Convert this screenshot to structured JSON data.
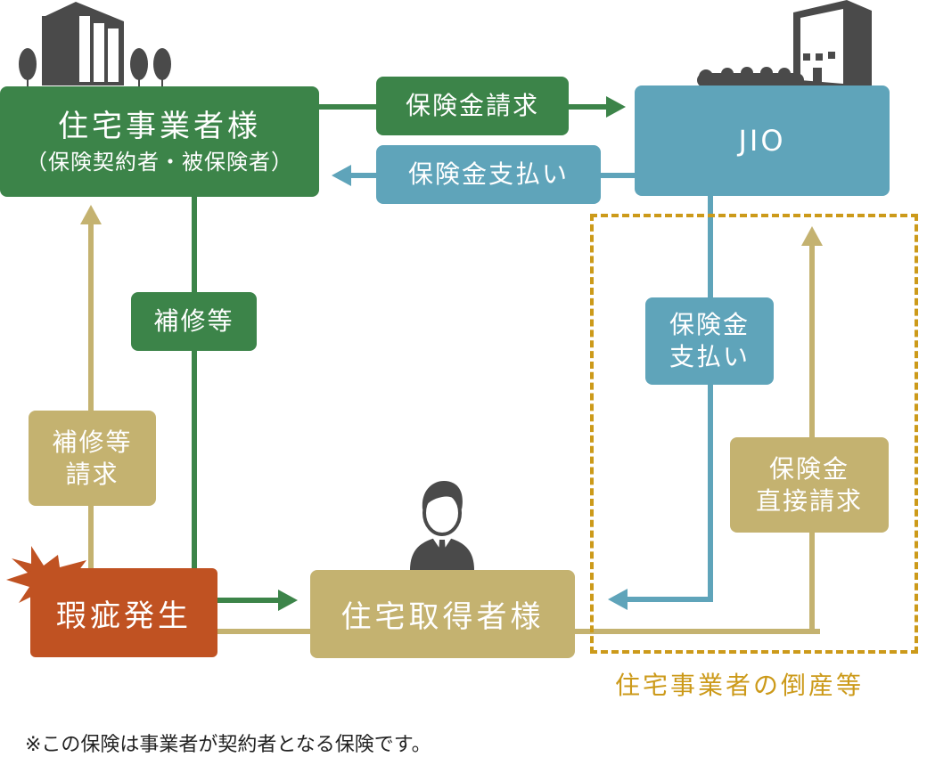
{
  "nodes": {
    "builder": {
      "title": "住宅事業者様",
      "subtitle": "（保険契約者・被保険者）",
      "icon": "office-building-with-trees-icon"
    },
    "jio": {
      "title": "JIO",
      "icon": "office-building-with-hedge-icon"
    },
    "defect": {
      "title": "瑕疵発生",
      "icon": "burst-icon"
    },
    "buyer": {
      "title": "住宅取得者様",
      "icon": "businessman-avatar-icon"
    }
  },
  "edges": {
    "claim": {
      "label": "保険金請求"
    },
    "payment_to_builder": {
      "label": "保険金支払い"
    },
    "repair": {
      "label": "補修等"
    },
    "repair_request": {
      "line1": "補修等",
      "line2": "請求"
    },
    "payment_to_buyer": {
      "line1": "保険金",
      "line2": "支払い"
    },
    "direct_claim": {
      "line1": "保険金",
      "line2": "直接請求"
    }
  },
  "bankruptcy_zone": {
    "label": "住宅事業者の倒産等"
  },
  "footnote": "※この保険は事業者が契約者となる保険です。",
  "colors": {
    "builder_green": "#3c8449",
    "jio_blue": "#5fa4ba",
    "buyer_khaki": "#c4b270",
    "defect_orange": "#c05222",
    "zone_gold": "#cc9a1a",
    "icon_gray": "#4a4a4a"
  }
}
